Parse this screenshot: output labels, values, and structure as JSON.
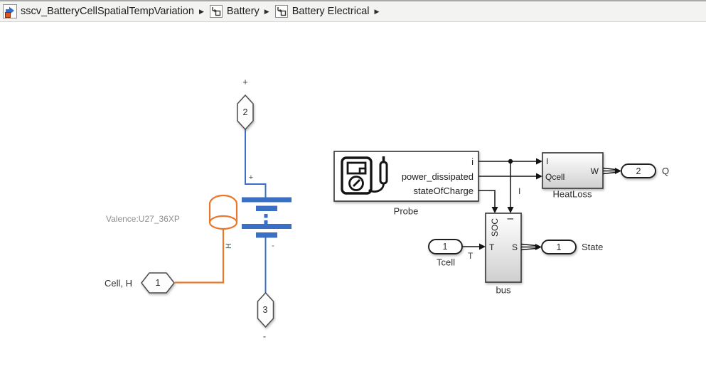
{
  "breadcrumb": {
    "separator": "▶",
    "items": [
      {
        "label": "sscv_BatteryCellSpatialTempVariation"
      },
      {
        "label": "Battery"
      },
      {
        "label": "Battery Electrical"
      }
    ]
  },
  "canvas": {
    "battery_cell": {
      "annotation": "Valence:U27_36XP",
      "top_sign": "+",
      "bottom_sign": "-",
      "pos_terminal_label": "+",
      "neg_terminal_label": "-",
      "thermal_port_label": "H"
    },
    "ports": {
      "plus_conn": {
        "number": "2"
      },
      "minus_conn": {
        "number": "3"
      },
      "cell_h_conn": {
        "number": "1",
        "label": "Cell, H"
      },
      "tcell_in": {
        "number": "1",
        "label": "Tcell"
      },
      "state_out": {
        "number": "1",
        "label": "State"
      },
      "q_out": {
        "number": "2",
        "label": "Q"
      }
    },
    "blocks": {
      "probe": {
        "label": "Probe",
        "outputs": [
          "i",
          "power_dissipated",
          "stateOfCharge"
        ]
      },
      "heatloss": {
        "label": "HeatLoss",
        "ports": {
          "in1": "I",
          "in2": "Qcell",
          "out": "W"
        }
      },
      "bus": {
        "label": "bus",
        "ports": {
          "top1": "SOC",
          "top2": "I",
          "left": "T",
          "right": "S"
        }
      }
    },
    "wire_labels": {
      "current": "I",
      "temperature": "T"
    }
  },
  "colors": {
    "electrical_blue": "#3a6fc6",
    "thermal_orange": "#e8782e",
    "model_icon_red": "#e0531f",
    "model_icon_blue": "#2f6fd0"
  }
}
